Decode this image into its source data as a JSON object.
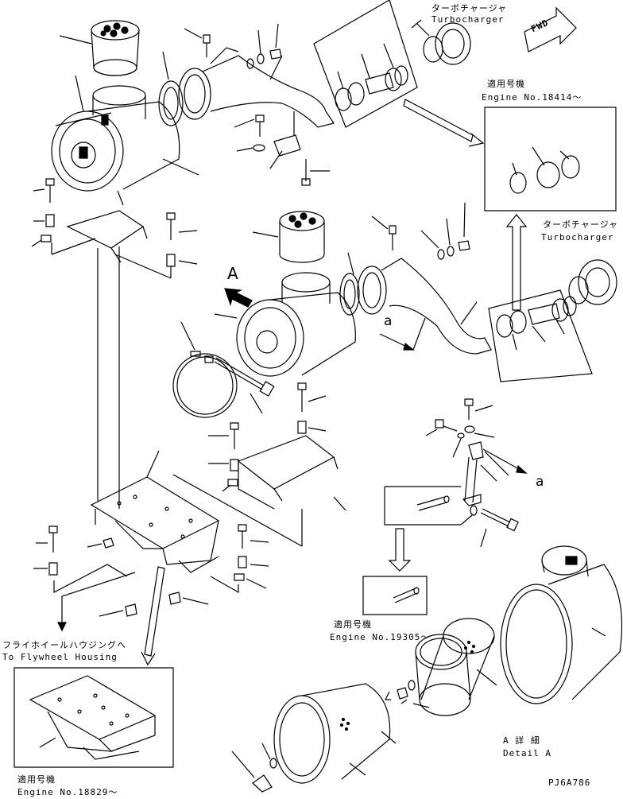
{
  "title": "",
  "labels": {
    "turbo_jp_top": "ターボチャージャ",
    "turbo_en_top": "Turbocharger",
    "fwd": "FWD",
    "applic_jp_1": "適用号機",
    "engine_no_18414": "Engine No.18414〜",
    "turbo_jp_mid": "ターボチャージャ",
    "turbo_en_mid": "Turbocharger",
    "marker_A": "A",
    "marker_a_left": "a",
    "marker_a_right": "a",
    "flywheel_jp": "フライホイールハウジングへ",
    "flywheel_en": "To Flywheel Housing",
    "applic_jp_2": "適用号機",
    "engine_no_19305": "Engine No.19305〜",
    "detail_jp": "A 詳 細",
    "detail_en": "Detail A",
    "applic_jp_3": "適用号機",
    "engine_no_18829": "Engine No.18829〜",
    "drawing_code": "PJ6A786"
  }
}
